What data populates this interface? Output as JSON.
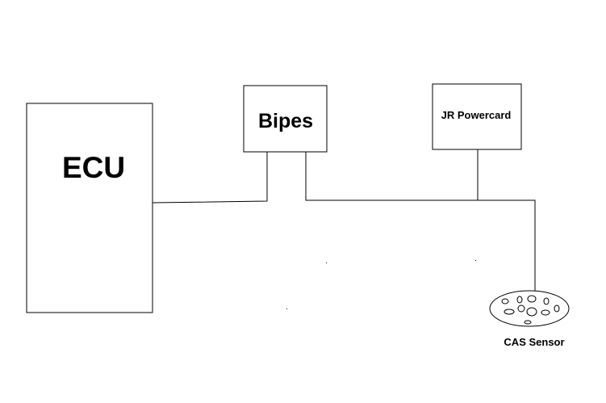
{
  "diagram": {
    "ecu_label": "ECU",
    "bipes_label": "Bipes",
    "powercard_label": "JR Powercard",
    "cas_label": "CAS Sensor"
  },
  "colors": {
    "stroke": "#000000",
    "background": "#ffffff"
  }
}
